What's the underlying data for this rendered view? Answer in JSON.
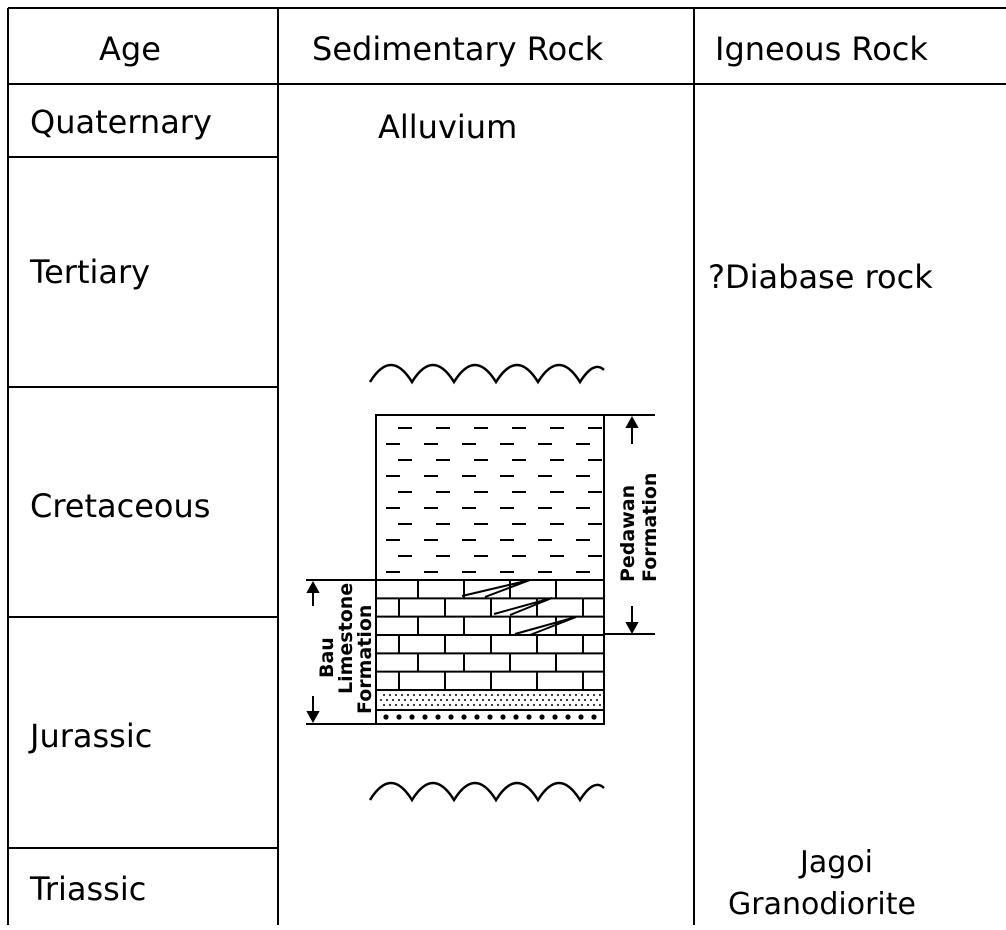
{
  "headers": {
    "age": "Age",
    "sedimentary": "Sedimentary Rock",
    "igneous": "Igneous Rock"
  },
  "ages": [
    {
      "key": "quaternary",
      "label": "Quaternary"
    },
    {
      "key": "tertiary",
      "label": "Tertiary"
    },
    {
      "key": "cretaceous",
      "label": "Cretaceous"
    },
    {
      "key": "jurassic",
      "label": "Jurassic"
    },
    {
      "key": "triassic",
      "label": "Triassic"
    }
  ],
  "sedimentary": {
    "alluvium": "Alluvium",
    "pedawan": {
      "line1": "Pedawan",
      "line2": "Formation"
    },
    "bau": {
      "line1": "Bau",
      "line2": "Limestone",
      "line3": "Formation"
    }
  },
  "igneous": {
    "diabase": "?Diabase rock",
    "jagoi": {
      "line1": "Jagoi",
      "line2": "Granodiorite"
    }
  }
}
